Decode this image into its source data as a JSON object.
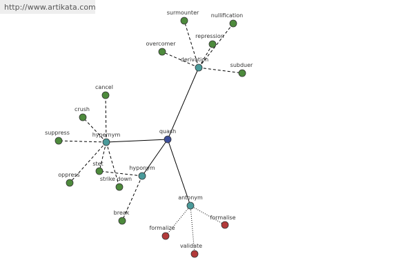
{
  "watermark": {
    "text": "http://www.artikata.com"
  },
  "colors": {
    "center": "#3c4e9a",
    "relation": "#4a9a9a",
    "word": "#4d8a3c",
    "antonym_word": "#b23a3a"
  },
  "nodes": {
    "quash": "quash",
    "derivation": "derivation",
    "hypernym": "hypernym",
    "hyponym": "hyponym",
    "antonym": "antonym",
    "surmounter": "surmounter",
    "nullification": "nullification",
    "repression": "repression",
    "overcomer": "overcomer",
    "subduer": "subduer",
    "cancel": "cancel",
    "crush": "crush",
    "suppress": "suppress",
    "oppress": "oppress",
    "stet": "stet",
    "strike_down": "strike down",
    "break": "break",
    "formalize": "formalize",
    "formalise": "formalise",
    "validate": "validate"
  }
}
